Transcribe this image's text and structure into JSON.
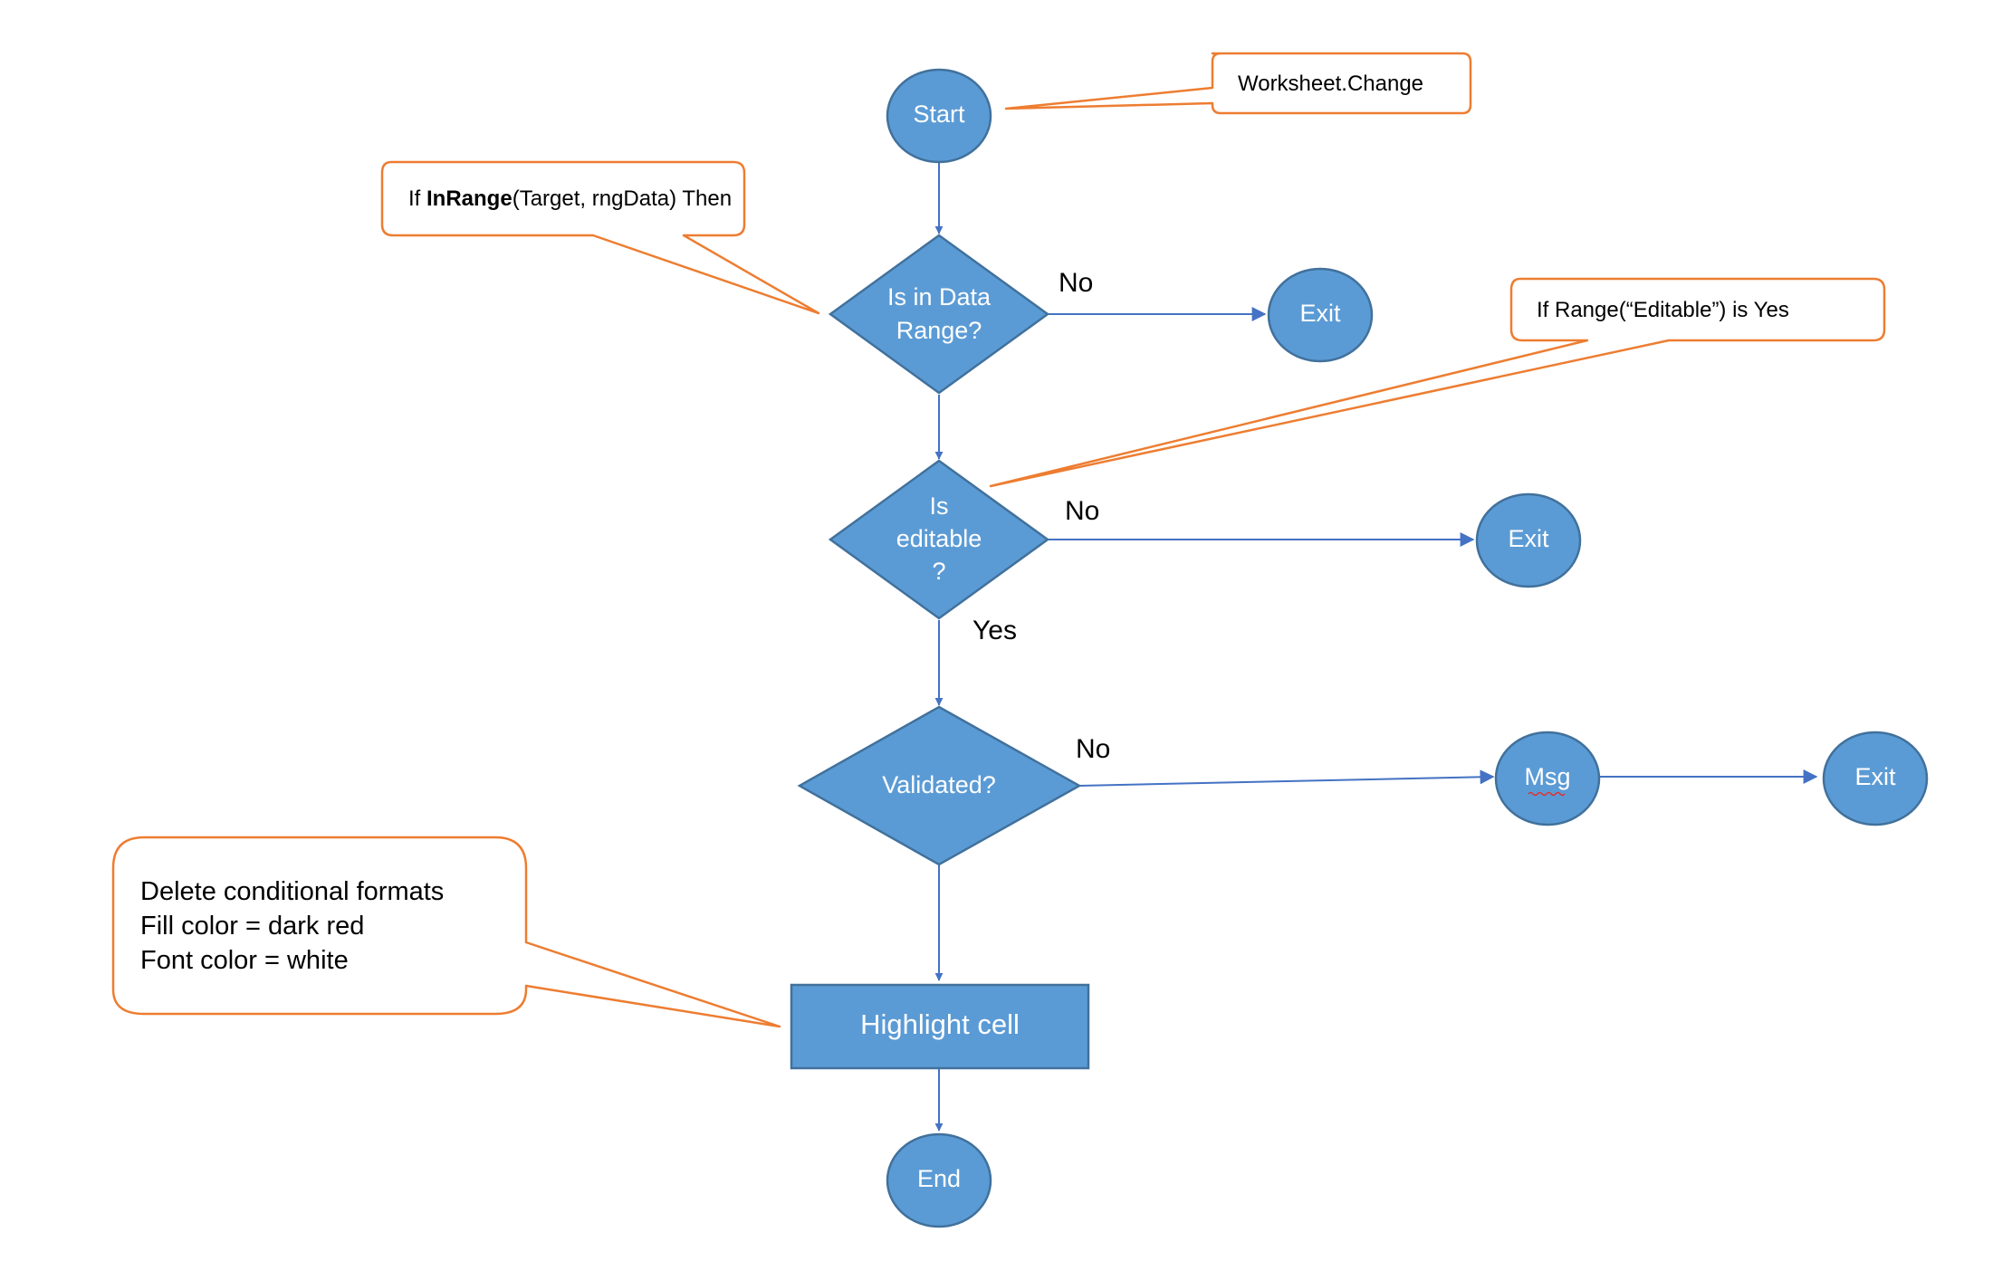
{
  "nodes": {
    "start": {
      "label": "Start"
    },
    "data_range": {
      "line1": "Is in Data",
      "line2": "Range?"
    },
    "exit_1": {
      "label": "Exit"
    },
    "editable": {
      "line1": "Is",
      "line2": "editable",
      "line3": "?"
    },
    "exit_2": {
      "label": "Exit"
    },
    "validated": {
      "label": "Validated?"
    },
    "msg": {
      "label": "Msg"
    },
    "exit_3": {
      "label": "Exit"
    },
    "highlight": {
      "label": "Highlight cell"
    },
    "end": {
      "label": "End"
    }
  },
  "edge_labels": {
    "data_range_no": "No",
    "editable_no": "No",
    "editable_yes": "Yes",
    "validated_no": "No"
  },
  "callouts": {
    "worksheet_change": {
      "text": "Worksheet.Change"
    },
    "inrange": {
      "prefix": "If ",
      "bold": "InRange",
      "suffix": "(Target, rngData) Then"
    },
    "editable": {
      "text": "If Range(“Editable”) is Yes"
    },
    "highlight": {
      "line1": "Delete conditional formats",
      "line2": "Fill color = dark red",
      "line3": "Font color = white"
    }
  },
  "colors": {
    "node_fill": "#5B9BD5",
    "node_stroke": "#41719C",
    "edge": "#4472C4",
    "callout_stroke": "#ED7D31"
  }
}
